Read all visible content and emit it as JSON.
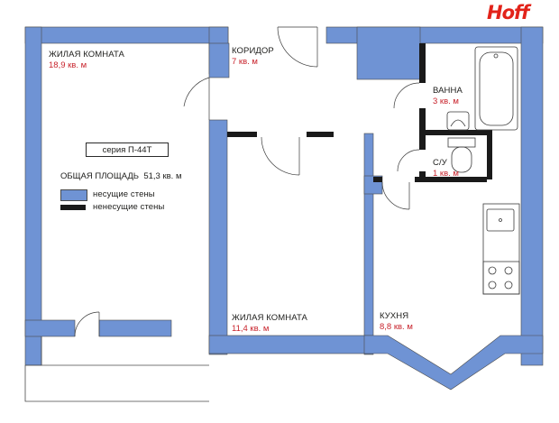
{
  "brand": {
    "logo_text": "Hoff",
    "logo_color": "#e2231a"
  },
  "colors": {
    "bearing_wall": "#6f93d4",
    "non_bearing_wall": "#1a1a1a",
    "area_text": "#c8232c",
    "label_text": "#1d1d1b"
  },
  "rooms": [
    {
      "id": "living1",
      "name": "ЖИЛАЯ КОМНАТА",
      "area": "18,9 кв. м"
    },
    {
      "id": "corridor",
      "name": "КОРИДОР",
      "area": "7 кв. м"
    },
    {
      "id": "bath",
      "name": "ВАННА",
      "area": "3 кв. м"
    },
    {
      "id": "wc",
      "name": "С/У",
      "area": "1 кв. м"
    },
    {
      "id": "living2",
      "name": "ЖИЛАЯ КОМНАТА",
      "area": "11,4 кв. м"
    },
    {
      "id": "kitchen",
      "name": "КУХНЯ",
      "area": "8,8 кв. м"
    }
  ],
  "info": {
    "series": "серия П-44Т",
    "total_label": "ОБЩАЯ ПЛОЩАДЬ",
    "total_value": "51,3 кв. м"
  },
  "legend": [
    {
      "label": "несущие стены",
      "color": "#6f93d4"
    },
    {
      "label": "ненесущие стены",
      "color": "#1a1a1a"
    }
  ]
}
